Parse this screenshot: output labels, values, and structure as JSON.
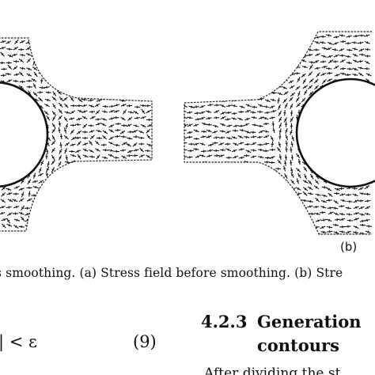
{
  "figure": {
    "panel_b_label": "(b)"
  },
  "caption": "ss smoothing. (a) Stress field before smoothing. (b) Stre",
  "equation": {
    "expr": "| < ε",
    "number": "(9)"
  },
  "section": {
    "number": "4.2.3",
    "title_line1": "Generation",
    "title_line2": "contours"
  },
  "body_fragment": "After dividing the st"
}
